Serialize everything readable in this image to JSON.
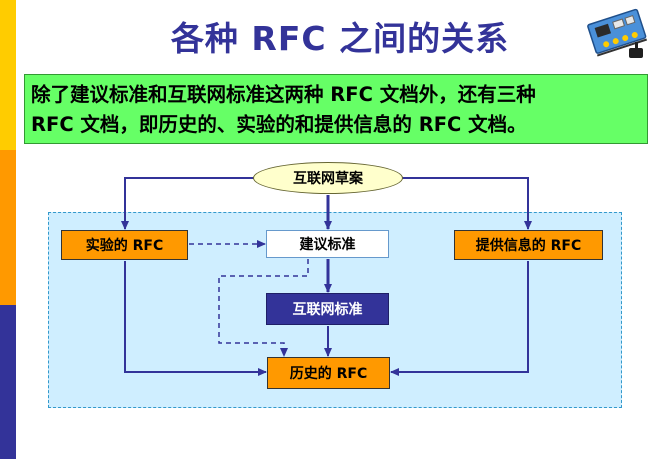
{
  "slide": {
    "title": "各种 RFC 之间的关系",
    "intro_line1": "除了建议标准和互联网标准这两种 RFC 文档外，还有三种",
    "intro_line2": "RFC 文档，即历史的、实验的和提供信息的 RFC 文档。"
  },
  "diagram": {
    "nodes": {
      "internet_draft": "互联网草案",
      "proposed_standard": "建议标准",
      "internet_standard": "互联网标准",
      "experimental_rfc": "实验的 RFC",
      "informational_rfc": "提供信息的 RFC",
      "historic_rfc": "历史的 RFC"
    },
    "edges": [
      {
        "from": "internet_draft",
        "to": "experimental_rfc",
        "style": "solid"
      },
      {
        "from": "internet_draft",
        "to": "proposed_standard",
        "style": "solid"
      },
      {
        "from": "internet_draft",
        "to": "informational_rfc",
        "style": "solid"
      },
      {
        "from": "proposed_standard",
        "to": "internet_standard",
        "style": "solid"
      },
      {
        "from": "internet_standard",
        "to": "historic_rfc",
        "style": "solid"
      },
      {
        "from": "experimental_rfc",
        "to": "historic_rfc",
        "style": "solid"
      },
      {
        "from": "informational_rfc",
        "to": "historic_rfc",
        "style": "solid"
      },
      {
        "from": "experimental_rfc",
        "to": "proposed_standard",
        "style": "dashed"
      },
      {
        "from": "proposed_standard",
        "to": "historic_rfc",
        "style": "dashed"
      }
    ]
  },
  "colors": {
    "title": "#333399",
    "intro_background": "#66ff66",
    "panel_background": "#cfeeff",
    "orange_box": "#ff9900",
    "standard_box": "#333399",
    "draft_ellipse": "#ffffcc",
    "connector": "#333399"
  },
  "icons": {
    "logo": "circuit-board-icon"
  }
}
